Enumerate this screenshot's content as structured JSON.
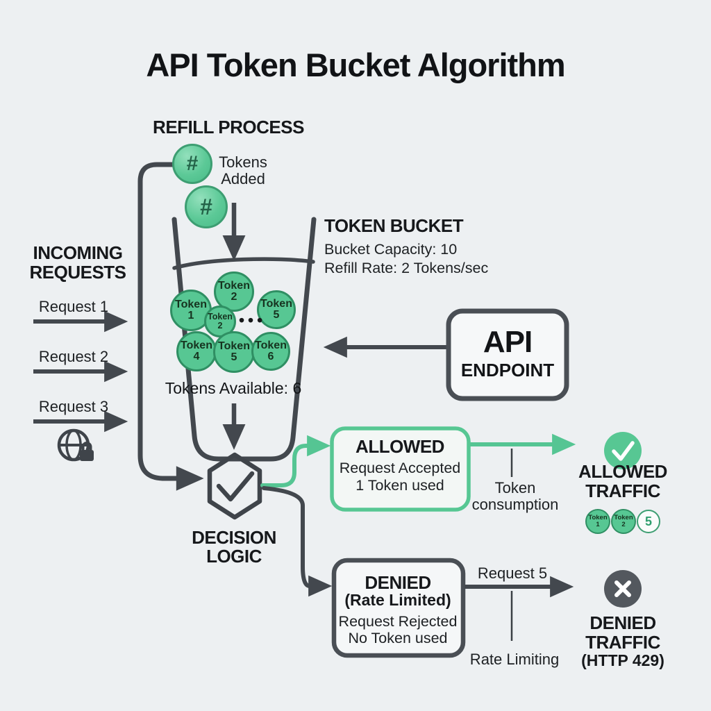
{
  "title": "API Token Bucket Algorithm",
  "refill": {
    "heading": "REFILL PROCESS",
    "token1_symbol": "#",
    "token2_symbol": "#",
    "label_line1": "Tokens",
    "label_line2": "Added"
  },
  "incoming": {
    "heading_line1": "INCOMING",
    "heading_line2": "REQUESTS",
    "requests": [
      "Request 1",
      "Request 2",
      "Request 3"
    ]
  },
  "bucket": {
    "heading": "TOKEN BUCKET",
    "capacity_label": "Bucket Capacity: 10",
    "refill_rate_label": "Refill Rate: 2 Tokens/sec",
    "available_label": "Tokens Available: 6",
    "ellipsis": "•••",
    "tokens": [
      {
        "line1": "Token",
        "line2": "2"
      },
      {
        "line1": "Token",
        "line2": "1"
      },
      {
        "line1": "Token",
        "line2": "2"
      },
      {
        "line1": "Token",
        "line2": "5"
      },
      {
        "line1": "Token",
        "line2": "4"
      },
      {
        "line1": "Token",
        "line2": "5"
      },
      {
        "line1": "Token",
        "line2": "6"
      }
    ]
  },
  "api_endpoint": {
    "line1": "API",
    "line2": "ENDPOINT"
  },
  "decision": {
    "label_line1": "DECISION",
    "label_line2": "LOGIC"
  },
  "allowed": {
    "title": "ALLOWED",
    "line1": "Request Accepted",
    "line2": "1 Token used",
    "arrow_label_line1": "Token",
    "arrow_label_line2": "consumption"
  },
  "denied": {
    "title": "DENIED",
    "subtitle": "(Rate Limited)",
    "line1": "Request Rejected",
    "line2": "No Token used",
    "arrow_label": "Request 5",
    "tick_label": "Rate Limiting"
  },
  "allowed_traffic": {
    "line1": "ALLOWED",
    "line2": "TRAFFIC",
    "tokens": [
      {
        "line1": "Token",
        "line2": "1"
      },
      {
        "line1": "Token",
        "line2": "2"
      }
    ],
    "counter": "5"
  },
  "denied_traffic": {
    "line1": "DENIED",
    "line2": "TRAFFIC",
    "line3": "(HTTP 429)"
  },
  "colors": {
    "background": "#edf0f2",
    "line_dark": "#43484e",
    "green_fill": "#57c793",
    "green_border": "#2f8f63",
    "green_line": "#55c593",
    "denied_circle": "#53585e",
    "text": "#121417"
  }
}
